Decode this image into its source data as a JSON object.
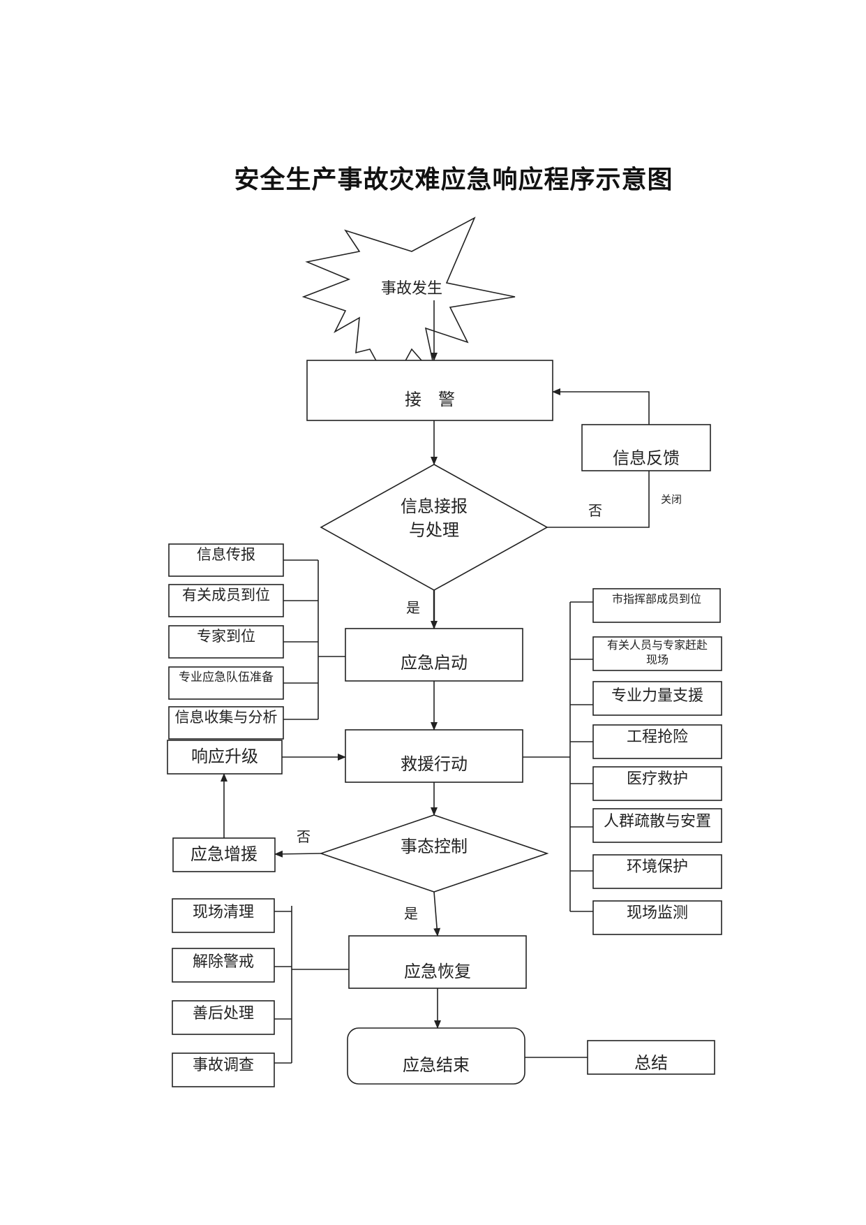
{
  "title": "安全生产事故灾难应急响应程序示意图",
  "nodes": {
    "accident": "事故发生",
    "receive_alarm": "接　警",
    "info_feedback": "信息反馈",
    "info_report_line1": "信息接报",
    "info_report_line2": "与处理",
    "emergency_start": "应急启动",
    "rescue_action": "救援行动",
    "situation_control": "事态控制",
    "emergency_recovery": "应急恢复",
    "emergency_end": "应急结束",
    "summary": "总结",
    "response_upgrade": "响应升级",
    "emergency_reinforce": "应急增援"
  },
  "edge_labels": {
    "close": "关闭",
    "no_top": "否",
    "yes_top": "是",
    "no_mid": "否",
    "yes_mid": "是"
  },
  "start_left_items": [
    "信息传报",
    "有关成员到位",
    "专家到位",
    "专业应急队伍准备",
    "信息收集与分析"
  ],
  "rescue_right_items": [
    "市指挥部成员到位",
    "有关人员与专家赶赴现场",
    "专业力量支援",
    "工程抢险",
    "医疗救护",
    "人群疏散与安置",
    "环境保护",
    "现场监测"
  ],
  "recovery_left_items": [
    "现场清理",
    "解除警戒",
    "善后处理",
    "事故调查"
  ]
}
